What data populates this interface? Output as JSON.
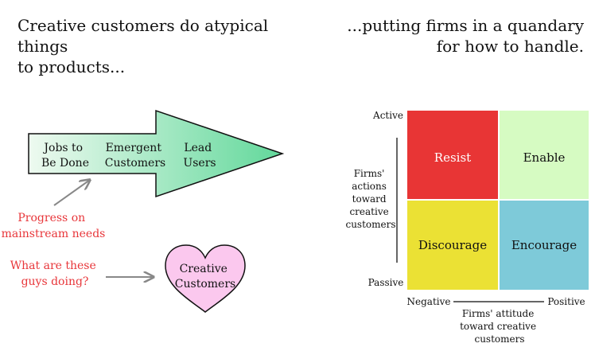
{
  "headlines": {
    "left_line1": "Creative customers do atypical things",
    "left_line2": "to products...",
    "right_line1": "...putting firms in a quandary",
    "right_line2": "for how to handle."
  },
  "arrow": {
    "stage1_line1": "Jobs to",
    "stage1_line2": "Be Done",
    "stage2_line1": "Emergent",
    "stage2_line2": "Customers",
    "stage3_line1": "Lead",
    "stage3_line2": "Users"
  },
  "annotations": {
    "progress_line1": "Progress on",
    "progress_line2": "mainstream needs",
    "question_line1": "What are these",
    "question_line2": "guys doing?"
  },
  "heart": {
    "line1": "Creative",
    "line2": "Customers"
  },
  "matrix": {
    "y_top_label": "Active",
    "y_bottom_label": "Passive",
    "y_title_lines": [
      "Firms'",
      "actions",
      "toward",
      "creative",
      "customers"
    ],
    "x_left_label": "Negative",
    "x_right_label": "Positive",
    "x_title_lines": [
      "Firms' attitude",
      "toward creative",
      "customers"
    ],
    "cells": {
      "top_left": "Resist",
      "top_right": "Enable",
      "bottom_left": "Discourage",
      "bottom_right": "Encourage"
    }
  },
  "colors": {
    "annotation_red": "#e8363a",
    "resist": "#e83535",
    "enable": "#d6fbc2",
    "discourage": "#ebe134",
    "encourage": "#7ecad9",
    "heart_fill": "#fbc8ee",
    "arrow_light": "#eefaf0",
    "arrow_dark": "#62d89b"
  }
}
